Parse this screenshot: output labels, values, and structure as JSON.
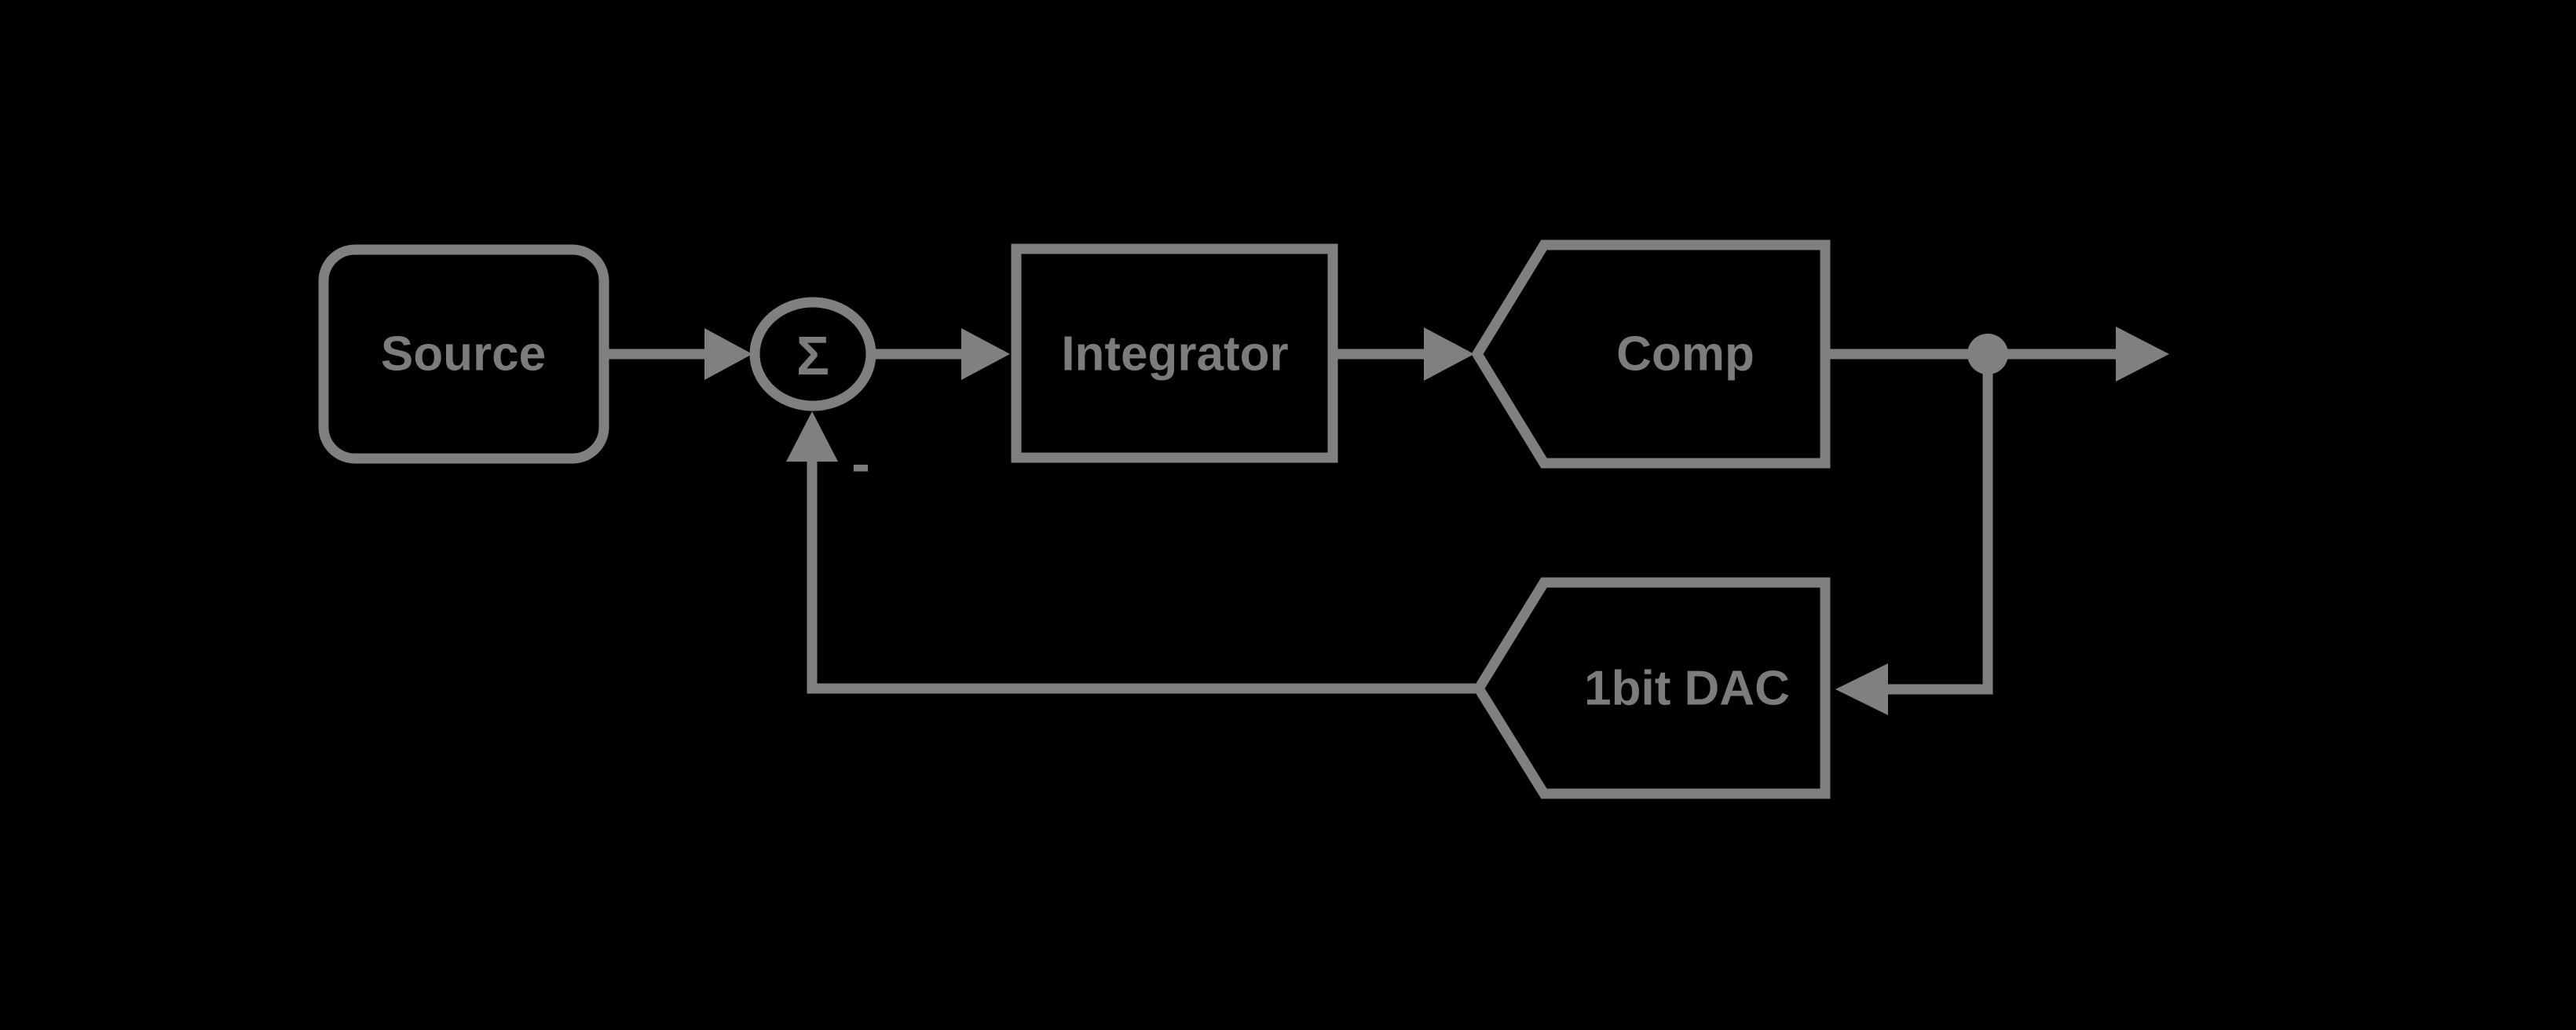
{
  "diagram": {
    "type": "block-diagram",
    "colors": {
      "background": "#000000",
      "line": "#808080",
      "text": "#7c7c7c"
    },
    "blocks": [
      {
        "id": "source",
        "label": "Source",
        "shape": "rounded-rectangle"
      },
      {
        "id": "sum",
        "label": "Σ",
        "shape": "circle"
      },
      {
        "id": "integrator",
        "label": "Integrator",
        "shape": "rectangle"
      },
      {
        "id": "comparator",
        "label": "Comp",
        "shape": "left-pointed-pentagon"
      },
      {
        "id": "dac",
        "label": "1bit DAC",
        "shape": "left-pointed-pentagon"
      }
    ],
    "feedback_sign": "-",
    "connections": [
      {
        "from": "source",
        "to": "sum"
      },
      {
        "from": "sum",
        "to": "integrator"
      },
      {
        "from": "integrator",
        "to": "comparator"
      },
      {
        "from": "comparator",
        "to": "output"
      },
      {
        "from": "output-node",
        "to": "dac"
      },
      {
        "from": "dac",
        "to": "sum",
        "sign": "-"
      }
    ]
  }
}
